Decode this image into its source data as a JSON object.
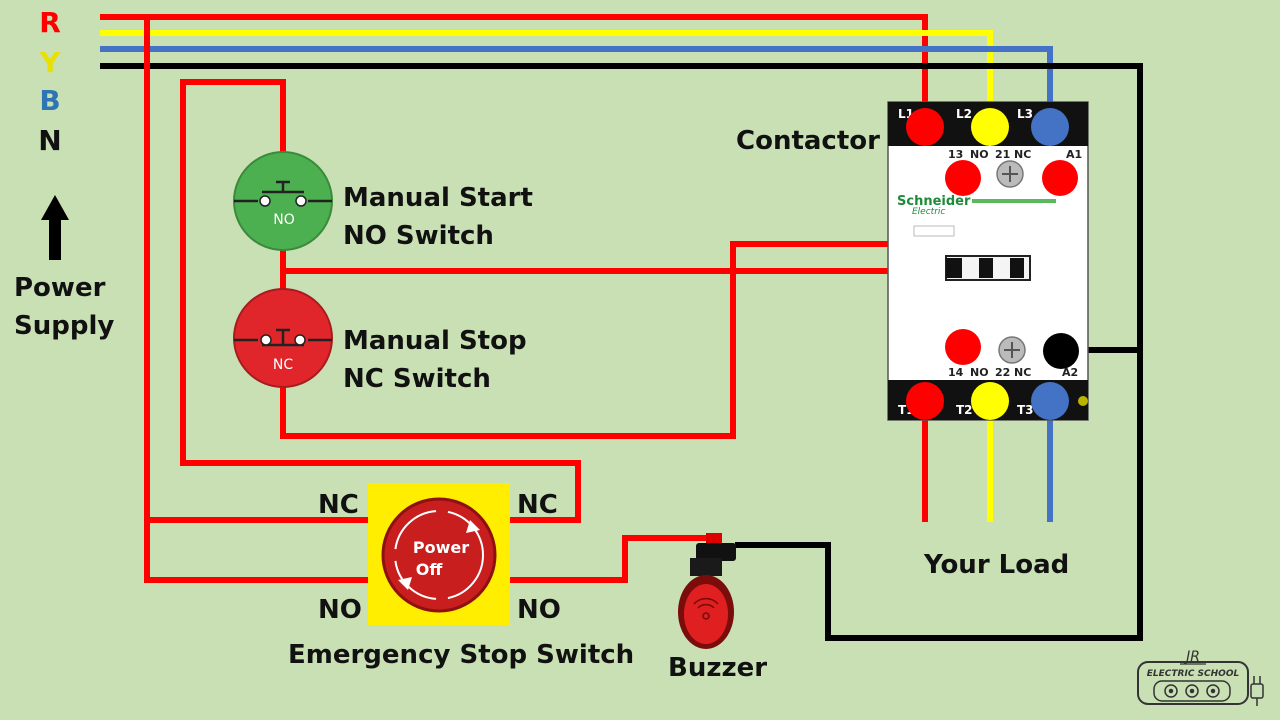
{
  "colors": {
    "background": "#c8e0b4",
    "r_phase": "#ff0000",
    "y_phase": "#ffff00",
    "b_phase": "#4472c4",
    "neutral": "#000000",
    "start_button": "#4caf50",
    "stop_button": "#e0262a",
    "estop_base": "#ffee00"
  },
  "supply": {
    "r": "R",
    "y": "Y",
    "b": "B",
    "n": "N",
    "label_line1": "Power",
    "label_line2": "Supply"
  },
  "start_switch": {
    "badge": "NO",
    "line1": "Manual Start",
    "line2": "NO Switch"
  },
  "stop_switch": {
    "badge": "NC",
    "line1": "Manual Stop",
    "line2": "NC Switch"
  },
  "emergency": {
    "button_line1": "Power",
    "button_line2": "Off",
    "nc_left": "NC",
    "nc_right": "NC",
    "no_left": "NO",
    "no_right": "NO",
    "label": "Emergency Stop Switch"
  },
  "buzzer": {
    "label": "Buzzer"
  },
  "contactor": {
    "title": "Contactor",
    "brand": "Schneider",
    "brand_sub": "Electric",
    "l1": "L1",
    "l2": "L2",
    "l3": "L3",
    "t1": "T1",
    "t2": "T2",
    "t3": "T3",
    "aux_top": [
      "13",
      "NO",
      "21",
      "NC"
    ],
    "a1": "A1",
    "aux_bottom": [
      "14",
      "NO",
      "22",
      "NC"
    ],
    "a2": "A2"
  },
  "load": {
    "label": "Your Load"
  },
  "logo": {
    "initials": "JR",
    "text": "ELECTRIC SCHOOL"
  }
}
